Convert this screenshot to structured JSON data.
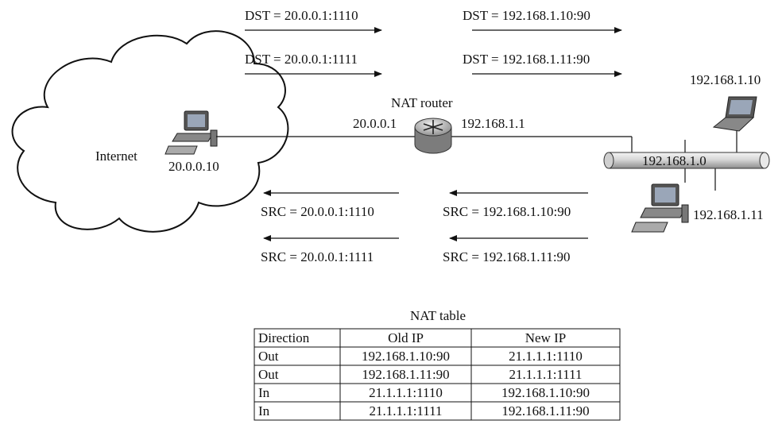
{
  "packets": {
    "dst_left_1": "DST = 20.0.0.1:1110",
    "dst_left_2": "DST = 20.0.0.1:1111",
    "dst_right_1": "DST = 192.168.1.10:90",
    "dst_right_2": "DST = 192.168.1.11:90",
    "src_left_1": "SRC = 20.0.0.1:1110",
    "src_left_2": "SRC = 20.0.0.1:1111",
    "src_right_1": "SRC = 192.168.1.10:90",
    "src_right_2": "SRC = 192.168.1.11:90"
  },
  "nodes": {
    "internet_label": "Internet",
    "internet_host_ip": "20.0.0.10",
    "router_title": "NAT router",
    "router_outside_ip": "20.0.0.1",
    "router_inside_ip": "192.168.1.1",
    "lan_network": "192.168.1.0",
    "laptop_ip": "192.168.1.10",
    "desktop_ip": "192.168.1.11"
  },
  "nat_table": {
    "title": "NAT table",
    "headers": [
      "Direction",
      "Old IP",
      "New IP"
    ],
    "rows": [
      [
        "Out",
        "192.168.1.10:90",
        "21.1.1.1:1110"
      ],
      [
        "Out",
        "192.168.1.11:90",
        "21.1.1.1:1111"
      ],
      [
        "In",
        "21.1.1.1:1110",
        "192.168.1.10:90"
      ],
      [
        "In",
        "21.1.1.1:1111",
        "192.168.1.11:90"
      ]
    ]
  }
}
